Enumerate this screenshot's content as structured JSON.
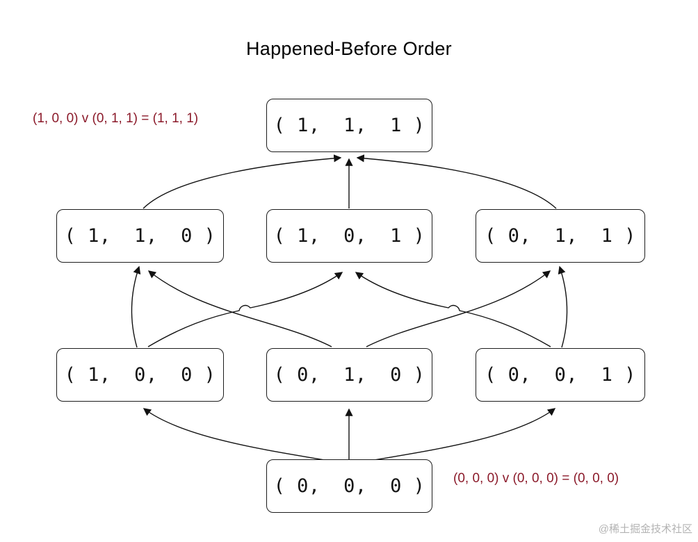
{
  "title": "Happened-Before Order",
  "annotations": {
    "top_left": "(1, 0, 0) v (0, 1, 1) = (1, 1, 1)",
    "bottom_right": "(0, 0, 0) v (0, 0, 0) = (0, 0, 0)"
  },
  "nodes": {
    "n111": "( 1,  1,  1 )",
    "n110": "( 1,  1,  0 )",
    "n101": "( 1,  0,  1 )",
    "n011": "( 0,  1,  1 )",
    "n100": "( 1,  0,  0 )",
    "n010": "( 0,  1,  0 )",
    "n001": "( 0,  0,  1 )",
    "n000": "( 0,  0,  0 )"
  },
  "edges": [
    {
      "from": "(1,1,0)",
      "to": "(1,1,1)"
    },
    {
      "from": "(1,0,1)",
      "to": "(1,1,1)"
    },
    {
      "from": "(0,1,1)",
      "to": "(1,1,1)"
    },
    {
      "from": "(1,0,0)",
      "to": "(1,1,0)"
    },
    {
      "from": "(0,1,0)",
      "to": "(1,1,0)"
    },
    {
      "from": "(1,0,0)",
      "to": "(1,0,1)"
    },
    {
      "from": "(0,0,1)",
      "to": "(1,0,1)"
    },
    {
      "from": "(0,1,0)",
      "to": "(0,1,1)"
    },
    {
      "from": "(0,0,1)",
      "to": "(0,1,1)"
    },
    {
      "from": "(0,0,0)",
      "to": "(1,0,0)"
    },
    {
      "from": "(0,0,0)",
      "to": "(0,1,0)"
    },
    {
      "from": "(0,0,0)",
      "to": "(0,0,1)"
    }
  ],
  "watermark": "@稀土掘金技术社区",
  "colors": {
    "annotation": "#8b1a2a",
    "edge": "#111111",
    "node_border": "#1c1c1c",
    "background": "#ffffff"
  }
}
